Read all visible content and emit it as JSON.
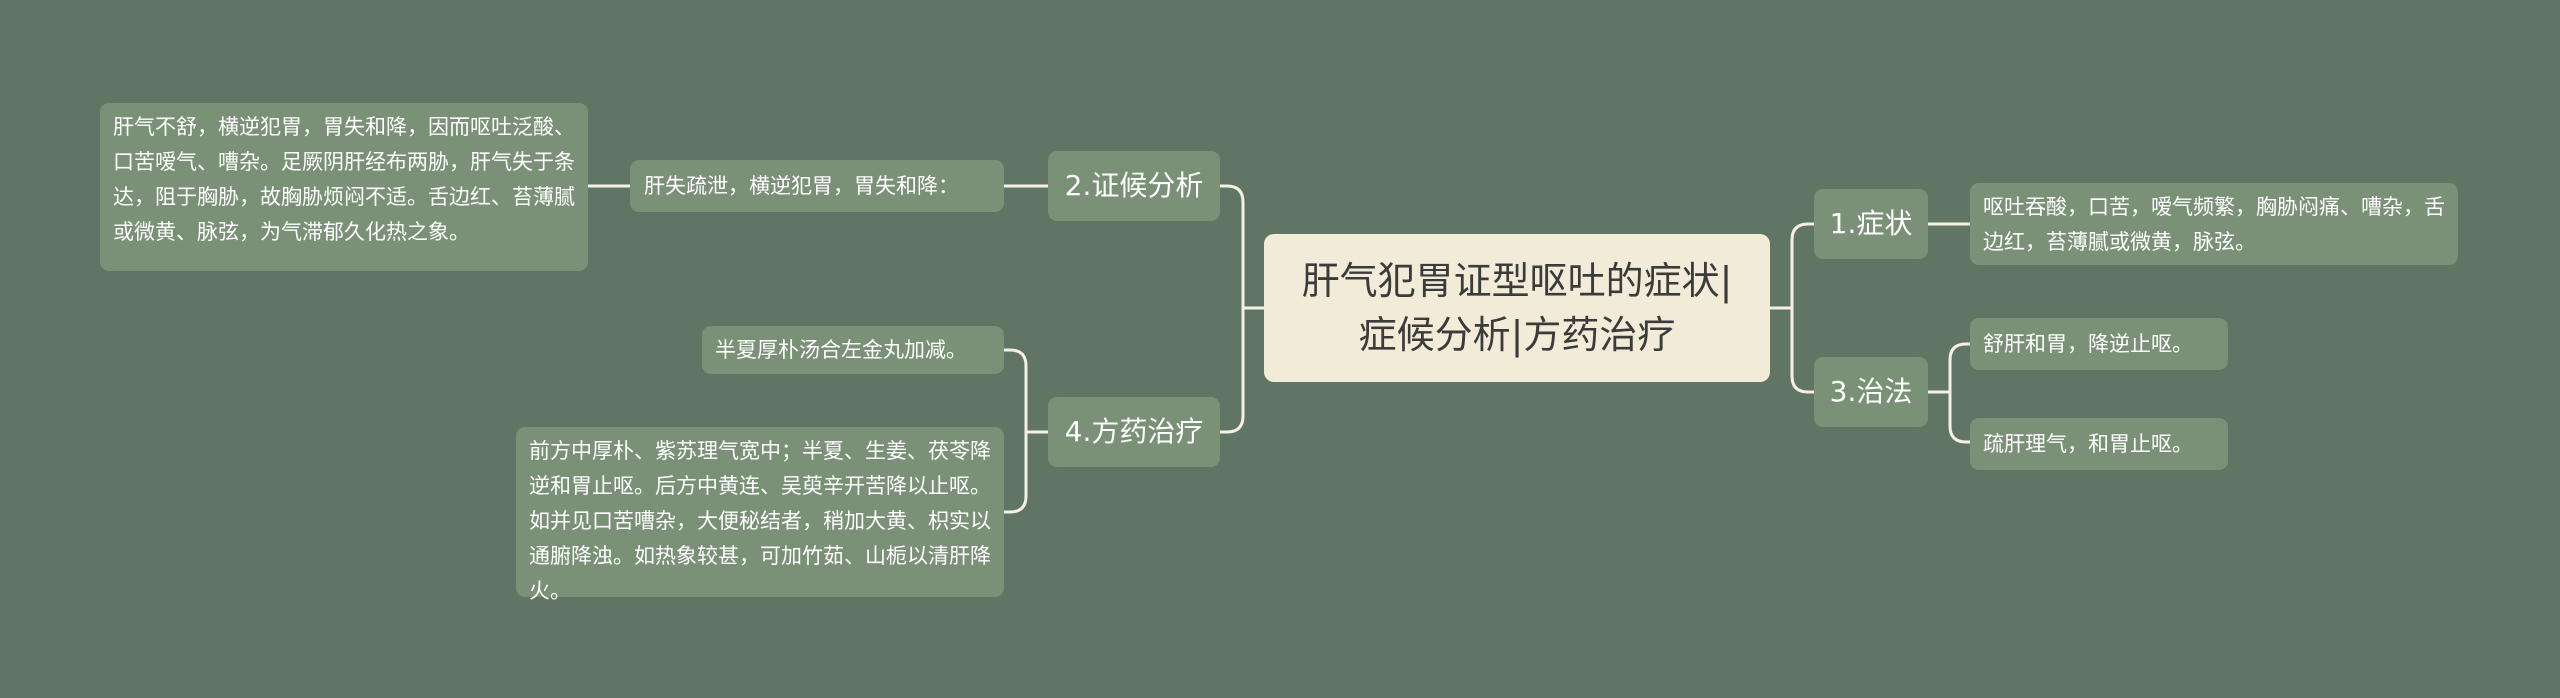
{
  "root": {
    "title": "肝气犯胃证型呕吐的症状|症候分析|方药治疗"
  },
  "branches": {
    "symptoms": {
      "label": "1.症状",
      "items": [
        "呕吐吞酸，口苦，嗳气频繁，胸胁闷痛、嘈杂，舌边红，苔薄腻或微黄，脉弦。"
      ]
    },
    "analysis": {
      "label": "2.证候分析",
      "mid": "肝失疏泄，横逆犯胃，胃失和降：",
      "detail": "肝气不舒，横逆犯胃，胃失和降，因而呕吐泛酸、口苦嗳气、嘈杂。足厥阴肝经布两胁，肝气失于条达，阻于胸胁，故胸胁烦闷不适。舌边红、苔薄腻或微黄、脉弦，为气滞郁久化热之象。"
    },
    "treatment": {
      "label": "3.治法",
      "items": [
        "舒肝和胃，降逆止呕。",
        "疏肝理气，和胃止呕。"
      ]
    },
    "prescription": {
      "label": "4.方药治疗",
      "items": [
        "半夏厚朴汤合左金丸加减。",
        "前方中厚朴、紫苏理气宽中；半夏、生姜、茯苓降逆和胃止呕。后方中黄连、吴萸辛开苦降以止呕。如并见口苦嘈杂，大便秘结者，稍加大黄、枳实以通腑降浊。如热象较甚，可加竹茹、山栀以清肝降火。"
      ]
    }
  },
  "colors": {
    "background": "#617565",
    "node": "#7a9077",
    "root": "#f1ebd8",
    "line": "#f4f1e4"
  }
}
